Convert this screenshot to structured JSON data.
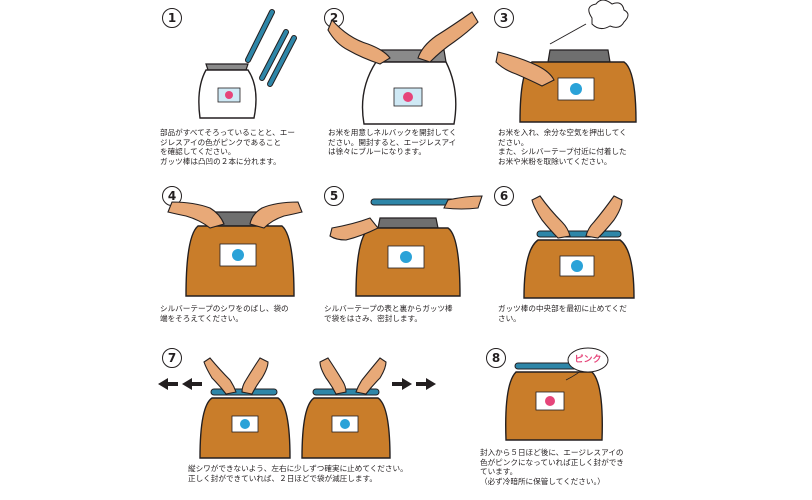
{
  "steps": [
    {
      "num": "1",
      "caption": "部品がすべてそろっていることと、エー\nジレスアイの色がピンクであること\nを確認してください。\nガッツ棒は凸凹の２本に分れます。"
    },
    {
      "num": "2",
      "caption": "お米を用意しネルバックを開封してく\nださい。開封すると、エージレスアイ\nは徐々にブルーになります。"
    },
    {
      "num": "3",
      "caption": "お米を入れ、余分な空気を押出してく\nださい。\nまた、シルバーテープ付近に付着した\nお米や米粉を取除いてください。"
    },
    {
      "num": "4",
      "caption": "シルバーテープのシワをのばし、袋の\n端をそろえてください。"
    },
    {
      "num": "5",
      "caption": "シルバーテープの表と裏からガッツ棒\nで袋をはさみ、密封します。"
    },
    {
      "num": "6",
      "caption": "ガッツ棒の中央部を最初に止めてくだ\nさい。"
    },
    {
      "num": "7",
      "caption": "縦シワができないよう、左右に少しずつ確実に止めてください。\n正しく封ができていれば、２日ほどで袋が減圧します。"
    },
    {
      "num": "8",
      "caption": "封入から５日ほど後に、エージレスアイの\n色がピンクになっていれば正しく封ができ\nています。\n（必ず冷暗所に保管してください。）",
      "bubble": "ピンク"
    }
  ],
  "colors": {
    "bag": "#c97d2a",
    "tape": "#6f6f6f",
    "rod": "#2e86a8",
    "skin": "#e8a978",
    "pink": "#e6457a",
    "blue": "#2aa2d8"
  }
}
